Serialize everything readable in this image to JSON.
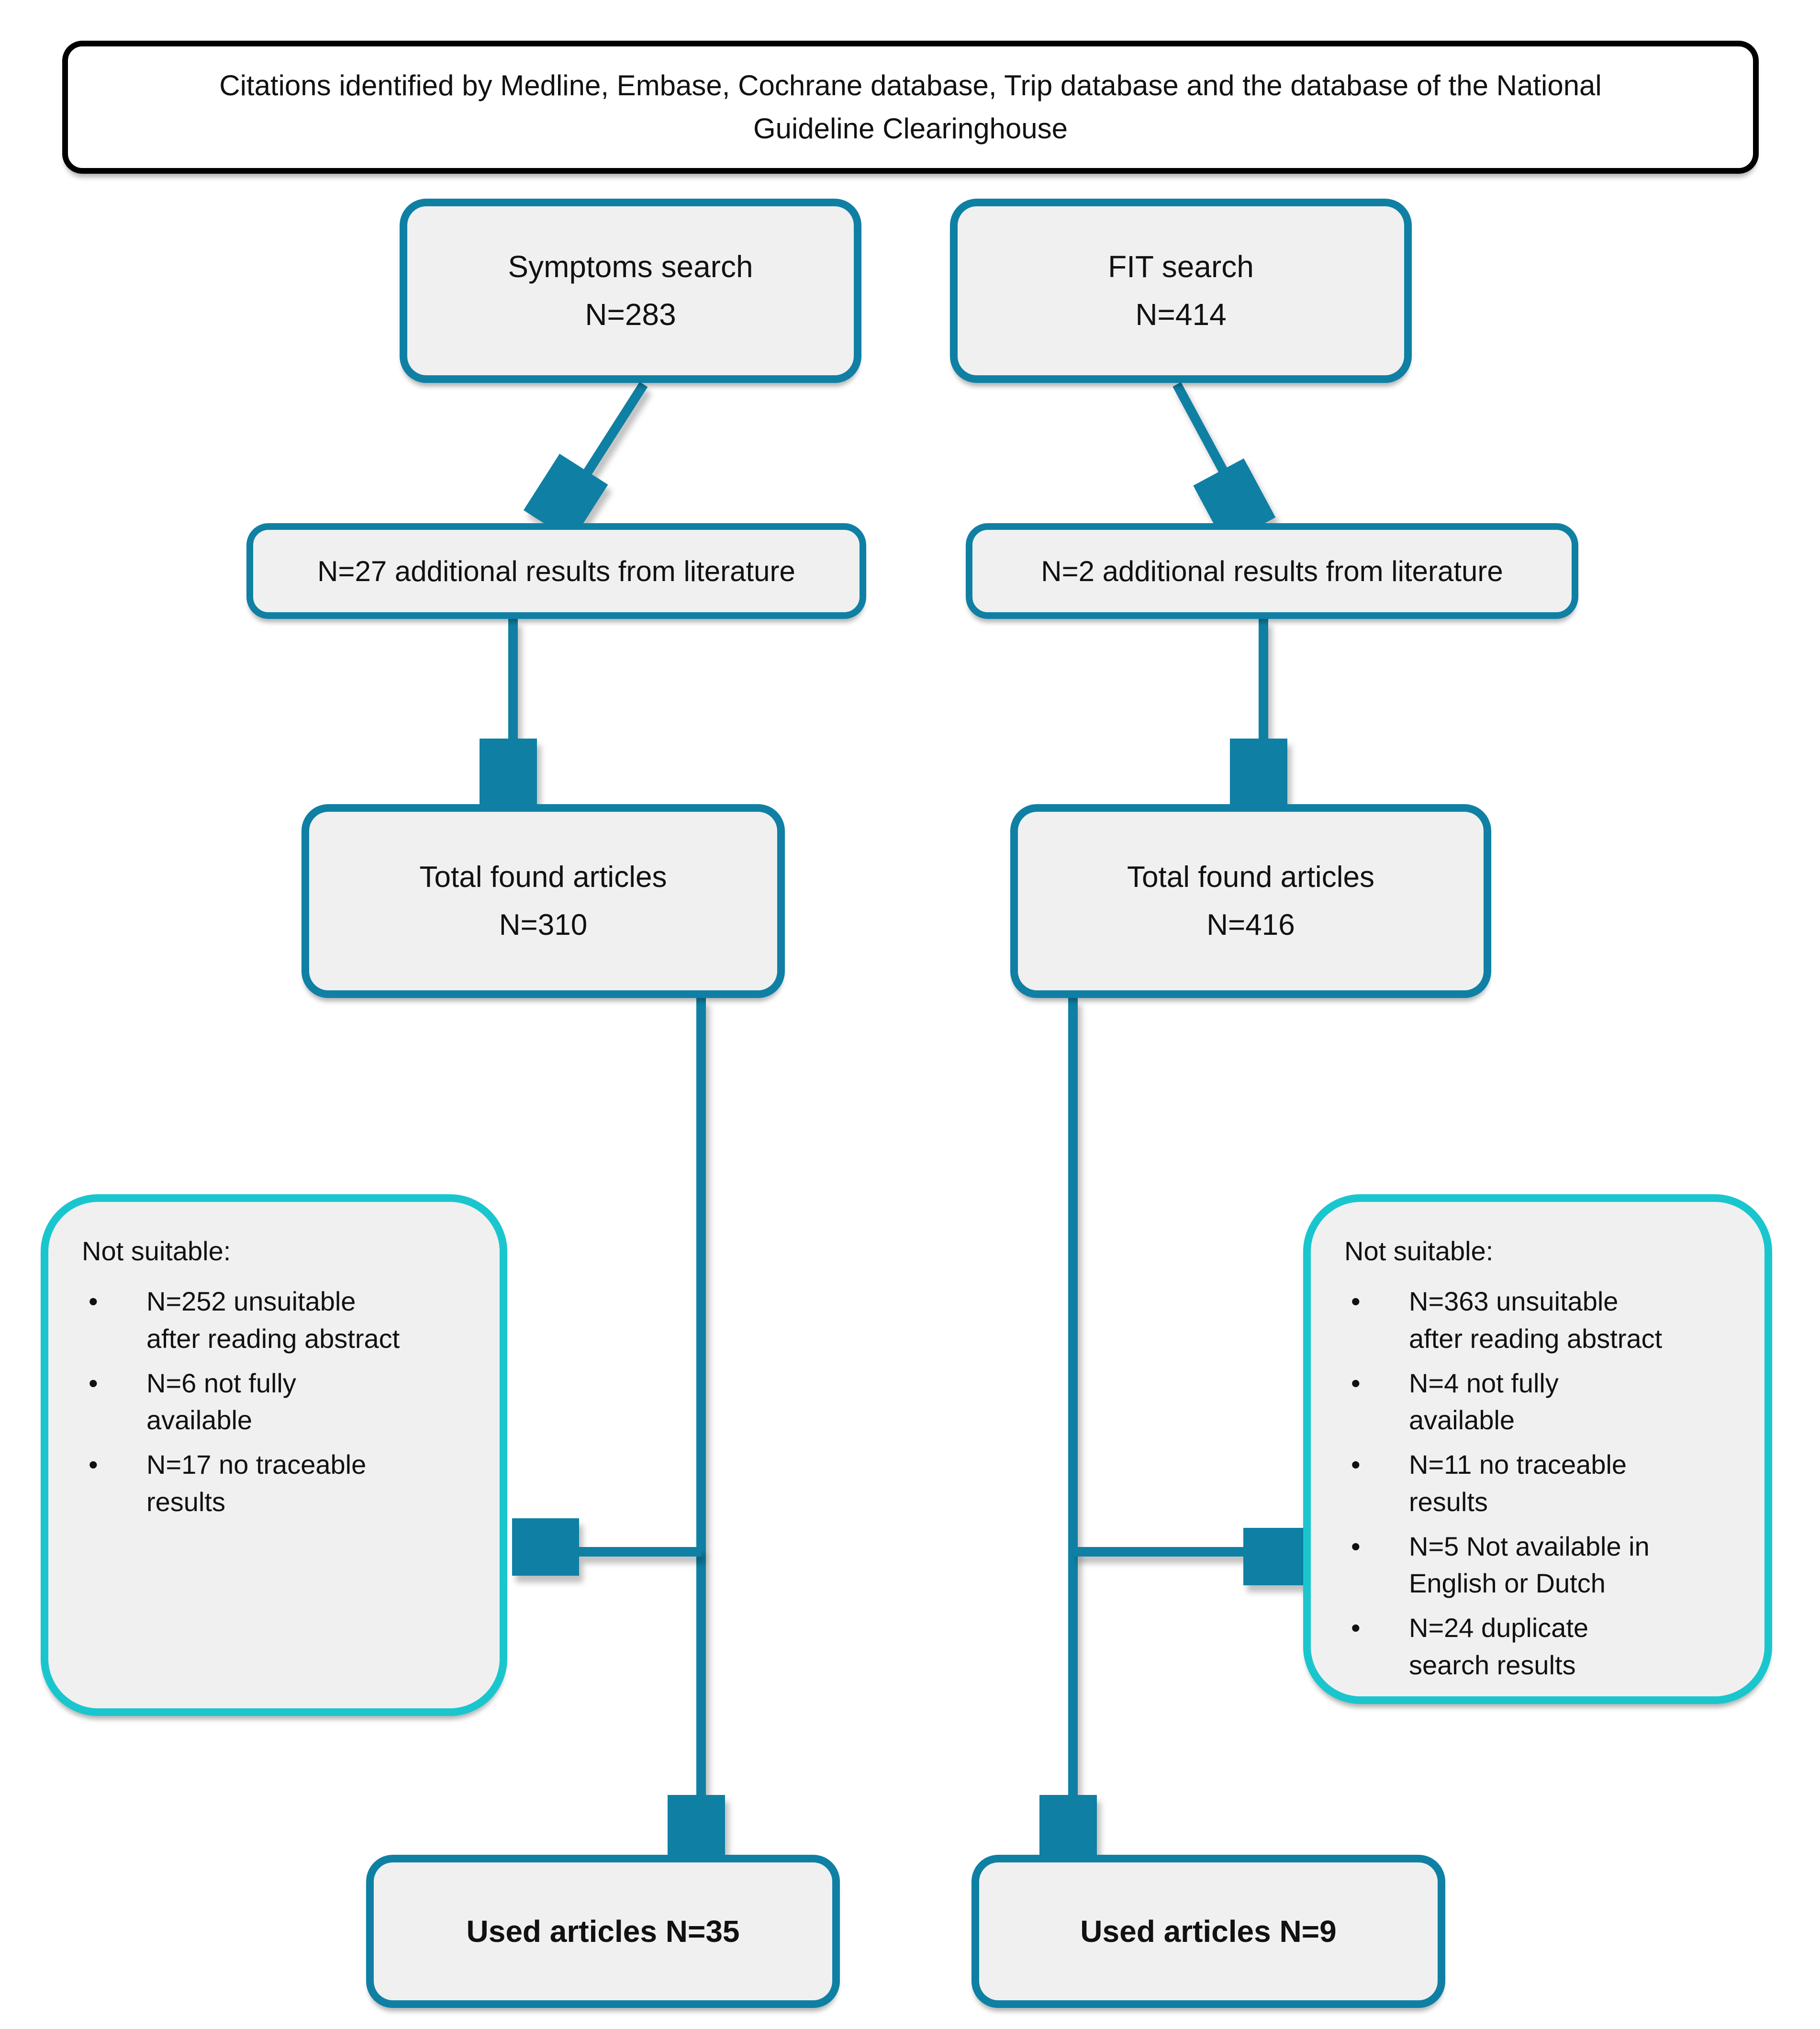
{
  "title": "Citations identified by Medline, Embase, Cochrane database, Trip database and the database of the National\nGuideline Clearinghouse",
  "colors": {
    "box_border_teal": "#0f80a4",
    "exclusion_border_cyan": "#1ac6ce",
    "box_fill": "#f0f0f0",
    "title_border": "#000000",
    "text": "#111111"
  },
  "left_column": {
    "search_box": "Symptoms search\nN=283",
    "additional_box": "N=27 additional results from literature",
    "total_box": "Total found articles\nN=310",
    "not_suitable_heading": "Not suitable:",
    "exclusions": [
      "N=252 unsuitable\nafter reading abstract",
      "N=6 not fully\navailable",
      "N=17 no traceable\nresults"
    ],
    "used_box": "Used articles N=35"
  },
  "right_column": {
    "search_box": "FIT search\nN=414",
    "additional_box": "N=2 additional results from literature",
    "total_box": "Total found articles\nN=416",
    "not_suitable_heading": "Not suitable:",
    "exclusions": [
      "N=363 unsuitable\nafter reading abstract",
      "N=4 not fully\navailable",
      "N=11 no traceable\nresults",
      "N=5 Not available in\nEnglish or Dutch",
      "N=24 duplicate\nsearch results"
    ],
    "used_box": "Used articles N=9"
  }
}
